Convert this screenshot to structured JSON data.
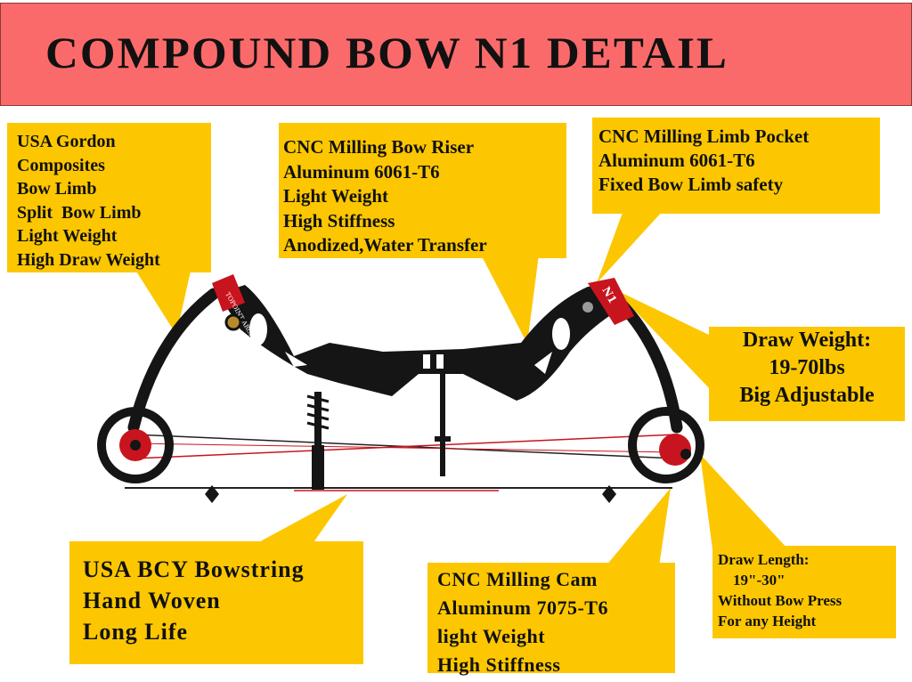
{
  "title": "COMPOUND BOW N1 DETAIL",
  "colors": {
    "header": "#fb6a6a",
    "callout": "#fcc700",
    "bow": "#151515",
    "accent": "#c8141e"
  },
  "callouts": {
    "limb": [
      "USA Gordon",
      "Composites",
      "Bow Limb",
      "Split  Bow Limb",
      "Light Weight",
      "High Draw Weight"
    ],
    "riser": [
      "CNC Milling Bow Riser",
      "Aluminum 6061-T6",
      "Light Weight",
      "High Stiffness",
      "Anodized,Water Transfer"
    ],
    "limb_pocket": [
      "CNC Milling Limb Pocket",
      "Aluminum 6061-T6",
      "Fixed Bow Limb safety"
    ],
    "draw_weight": [
      "Draw Weight:",
      "19-70lbs",
      "Big Adjustable"
    ],
    "bowstring": [
      "USA BCY Bowstring",
      "Hand Woven",
      "Long Life"
    ],
    "cam": [
      "CNC Milling Cam",
      "Aluminum 7075-T6",
      "light Weight",
      "High Stiffness"
    ],
    "draw_length": [
      "Draw Length:",
      "    19\"-30\"",
      "Without Bow Press",
      "For any Height"
    ]
  },
  "bow_labels": {
    "brand": "TOPOINT ARCHERY",
    "model": "N1"
  }
}
